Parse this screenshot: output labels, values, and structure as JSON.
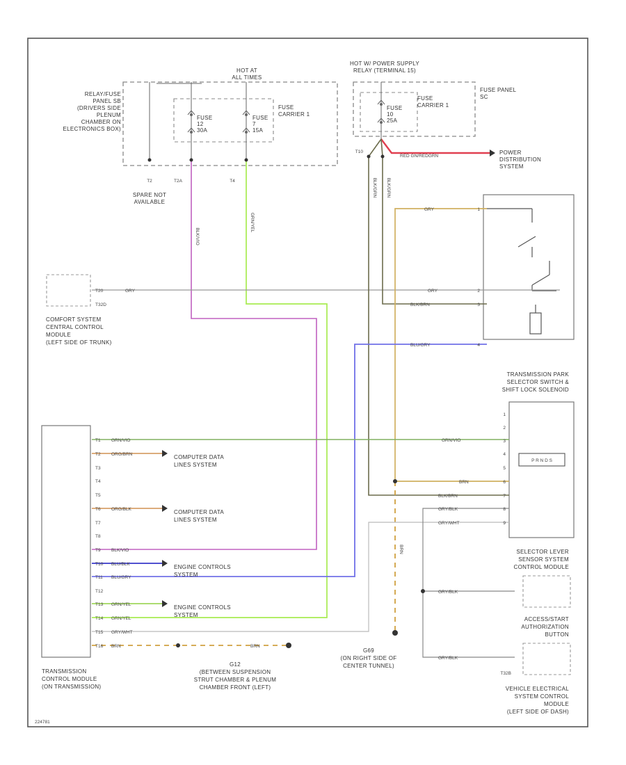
{
  "fuse_panel_relay": [
    "RELAY/FUSE",
    "PANEL SB",
    "(DRIVERS SIDE",
    "PLENUM",
    "CHAMBER ON",
    "ELECTRONICS BOX)"
  ],
  "hot_in_run": [
    "HOT AT",
    "ALL TIMES"
  ],
  "hot_power_supply": [
    "HOT W/ POWER SUPPLY",
    "RELAY (TERMINAL 15)"
  ],
  "fuse_panel_sc": [
    "FUSE PANEL",
    "SC"
  ],
  "fuse_a": [
    "FUSE",
    "12",
    "30A"
  ],
  "fuse_b": [
    "FUSE",
    "7",
    "15A"
  ],
  "fuse_c": [
    "FUSE",
    "10",
    "25A"
  ],
  "fuse_carrier_1": [
    "FUSE",
    "CARRIER 1"
  ],
  "fuse_carrier_2": [
    "FUSE",
    "CARRIER 1"
  ],
  "pins_top": {
    "t12": "T2",
    "t12b": "T2A",
    "t4": "T4",
    "t10": "T10"
  },
  "spare_note": [
    "SPARE NOT",
    "AVAILABLE"
  ],
  "power_distribution": [
    "POWER",
    "DISTRIBUTION",
    "SYSTEM"
  ],
  "wire_labels": {
    "red_gn": "RED GN/REDGRN",
    "gry_top": "GRY",
    "violet": "BLK/VIO",
    "green_yel": "GRN/YEL",
    "blk_grn_v1": "BLK/GRN",
    "blk_grn_v2": "BLK/GRN",
    "gry_comfort": "GRY",
    "gry_switch": "GRY",
    "blk_brn": "BLK/BRN",
    "blu_gry_top": "BLU/GRY",
    "grn_vio_l": "GRN/VIO",
    "grn_vio_r": "GRN/VIO",
    "org_brn": "ORG/BRN",
    "org_blk": "ORG/BLK",
    "blk_vio": "BLK/VIO",
    "blu_blk": "BLU/BLK",
    "blu_gry": "BLU/GRY",
    "grn_yel_1": "GRN/YEL",
    "grn_yel_2": "GRN/YEL",
    "gry_wht": "GRY/WHT",
    "brn": "BRN",
    "brn_r": "BRN",
    "brn_rt": "BRN",
    "blk_brn_r": "BLK/BRN",
    "gry_blk_1": "GRY/BLK",
    "gry_wht_r": "GRY/WHT",
    "gry_blk_2": "GRY/BLK",
    "gry_blk_3": "GRY/BLK",
    "brn_v": "BRN"
  },
  "comfort_module": [
    "COMFORT SYSTEM",
    "CENTRAL CONTROL",
    "MODULE",
    "(LEFT SIDE OF TRUNK)"
  ],
  "comfort_pins": {
    "a": "T20",
    "b": "T32D"
  },
  "switch_pins": [
    "1",
    "2",
    "3",
    "4"
  ],
  "selector_title": [
    "TRANSMISSION PARK",
    "SELECTOR SWITCH &",
    "SHIFT LOCK SOLENOID"
  ],
  "selector_pins": [
    "1",
    "2",
    "3",
    "4",
    "5",
    "6",
    "7",
    "8",
    "9"
  ],
  "prnd": "P R N D S",
  "tcm_pins": [
    "T1",
    "T2",
    "T3",
    "T4",
    "T5",
    "T6",
    "T7",
    "T8",
    "T9",
    "T10",
    "T11",
    "T12",
    "T13",
    "T14",
    "T15",
    "T16"
  ],
  "computer_data_1": [
    "COMPUTER DATA",
    "LINES SYSTEM"
  ],
  "computer_data_2": [
    "COMPUTER DATA",
    "LINES SYSTEM"
  ],
  "engine_controls_1": [
    "ENGINE CONTROLS",
    "SYSTEM"
  ],
  "engine_controls_2": [
    "ENGINE CONTROLS",
    "SYSTEM"
  ],
  "selector_lever_sensor": [
    "SELECTOR LEVER",
    "SENSOR SYSTEM",
    "CONTROL MODULE"
  ],
  "access_start": [
    "ACCESS/START",
    "AUTHORIZATION",
    "BUTTON"
  ],
  "vehicle_electrical": [
    "VEHICLE ELECTRICAL",
    "SYSTEM CONTROL",
    "MODULE",
    "(LEFT SIDE OF DASH)"
  ],
  "tcm_label": [
    "TRANSMISSION",
    "CONTROL MODULE",
    "(ON TRANSMISSION)"
  ],
  "ground_g12": [
    "G12",
    "(BETWEEN SUSPENSION",
    "STRUT CHAMBER & PLENUM",
    "CHAMBER FRONT (LEFT)"
  ],
  "ground_g69": [
    "G69",
    "(ON RIGHT SIDE OF",
    "CENTER TUNNEL)"
  ],
  "vec_pin": "T32B",
  "footer_code": "224781"
}
